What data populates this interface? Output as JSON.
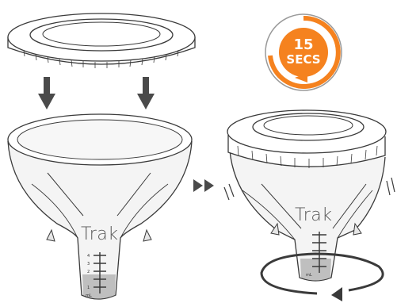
{
  "brand": "Trak",
  "timer": {
    "value": "15",
    "unit": "SECS"
  },
  "scale_unit": "mL",
  "scale_marks": [
    "1",
    "2",
    "3",
    "4"
  ],
  "colors": {
    "accent": "#F5821F",
    "ink": "#3a3a3a",
    "arrow": "#4a4a4a",
    "sample": "#bfbfbf"
  },
  "icons": [
    "down-arrow-icon",
    "fast-forward-icon",
    "rotate-arrow-icon",
    "clock-arrow-icon"
  ]
}
